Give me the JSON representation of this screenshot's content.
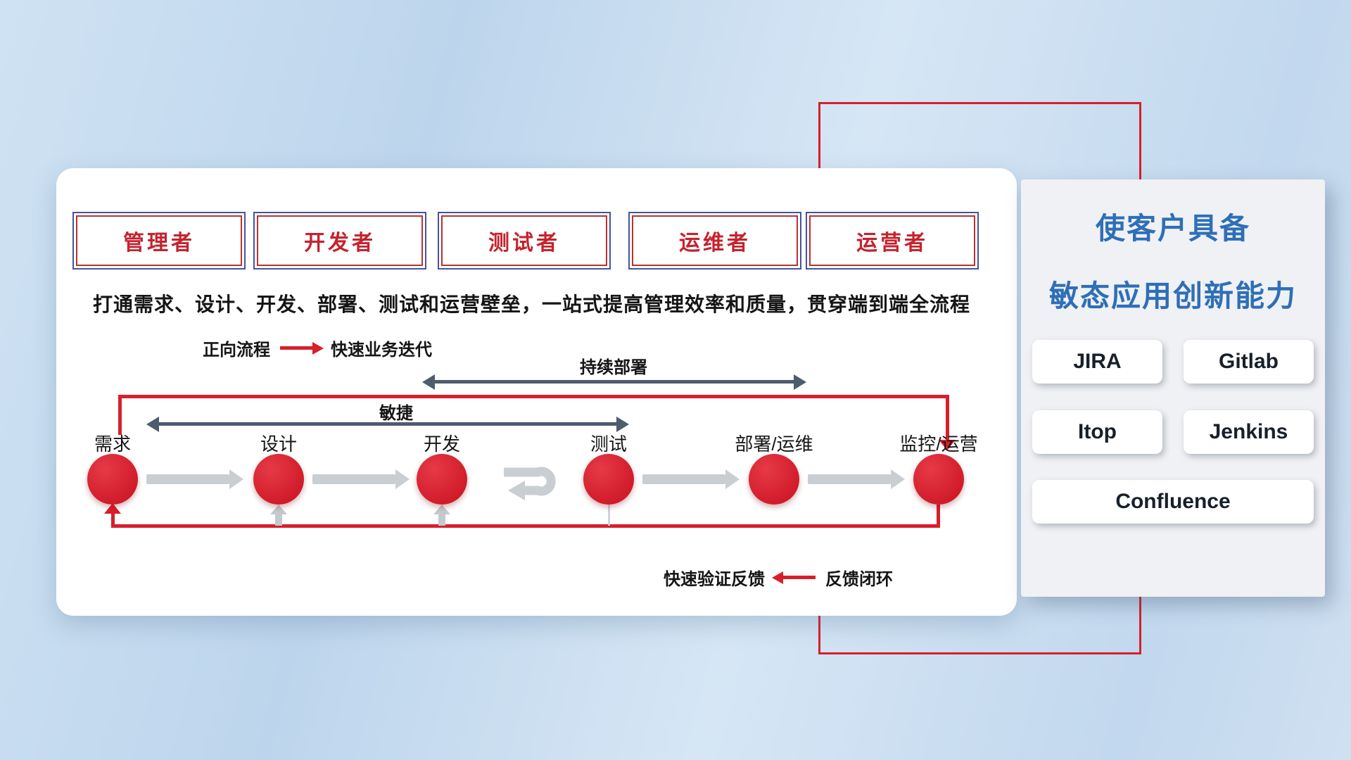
{
  "colors": {
    "accent_red": "#d81f2b",
    "arrow_navy": "#4d5c6e",
    "title_blue": "#2e6fb7",
    "role_red": "#c4232e"
  },
  "roles": [
    "管理者",
    "开发者",
    "测试者",
    "运维者",
    "运营者"
  ],
  "description": "打通需求、设计、开发、部署、测试和运营壁垒，一站式提高管理效率和质量，贯穿端到端全流程",
  "forward_legend": {
    "label": "正向流程",
    "caption": "快速业务迭代"
  },
  "feedback_legend": {
    "caption": "快速验证反馈",
    "label": "反馈闭环"
  },
  "span_arrows": {
    "deploy": "持续部署",
    "agile": "敏捷"
  },
  "nodes": [
    "需求",
    "设计",
    "开发",
    "测试",
    "部署/运维",
    "监控/运营"
  ],
  "right_panel": {
    "title_line1": "使客户具备",
    "title_line2": "敏态应用创新能力",
    "tools": [
      "JIRA",
      "Gitlab",
      "Itop",
      "Jenkins",
      "Confluence"
    ]
  }
}
